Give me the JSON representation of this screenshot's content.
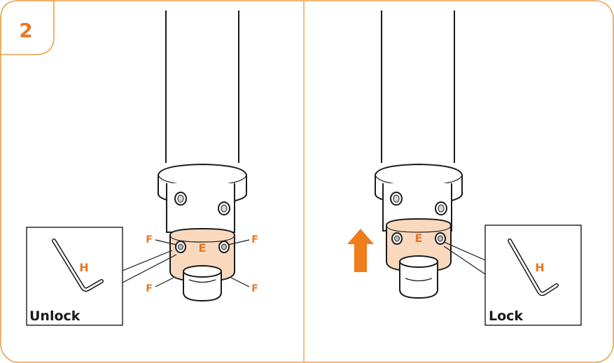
{
  "step_number": "2",
  "colors": {
    "accent": "#E8A24A",
    "arrow": "#EE7D1C",
    "label": "#E87722",
    "collar": "#F8D9BE",
    "line": "#1A1A1A"
  },
  "left_panel": {
    "action_label": "Unlock",
    "collar_label": "E",
    "screw_label": "F",
    "wrench_label": "H"
  },
  "right_panel": {
    "action_label": "Lock",
    "collar_label": "E",
    "wrench_label": "H"
  }
}
